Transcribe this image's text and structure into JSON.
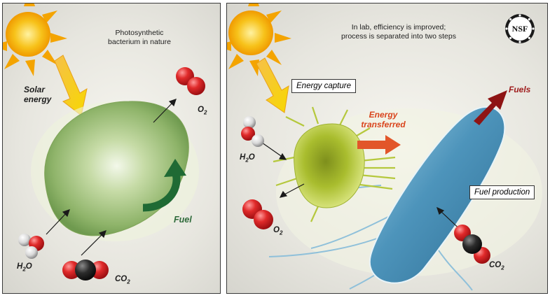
{
  "left_panel": {
    "caption_line1": "Photosynthetic",
    "caption_line2": "bacterium in nature",
    "solar_line1": "Solar",
    "solar_line2": "energy",
    "fuel_label": "Fuel",
    "o2_label": "O",
    "o2_sub": "2",
    "h2o_label_pre": "H",
    "h2o_sub": "2",
    "h2o_label_post": "O",
    "co2_label": "CO",
    "co2_sub": "2"
  },
  "right_panel": {
    "caption_line1": "In lab, efficiency is improved;",
    "caption_line2": "process is separated into two steps",
    "energy_capture_label": "Energy capture",
    "energy_transferred_line1": "Energy",
    "energy_transferred_line2": "transferred",
    "fuels_label": "Fuels",
    "fuel_production_label": "Fuel production",
    "h2o_label_pre": "H",
    "h2o_sub": "2",
    "h2o_label_post": "O",
    "o2_label": "O",
    "o2_sub": "2",
    "co2_label": "CO",
    "co2_sub": "2",
    "logo_text": "NSF"
  },
  "colors": {
    "sun": "#f7b400",
    "arrow_orange": "#f0a020",
    "arrow_red": "#e2562a",
    "arrow_dark_red": "#8e1414",
    "fuel_green": "#1f6a34",
    "cell_green": "#9dbd74",
    "cell_yellow_green": "#b5c83c",
    "cell_blue": "#5ea4c6",
    "oxygen_red": "#d81f26",
    "carbon_black": "#2a2a2a",
    "hydrogen_white": "#e8e8e8"
  }
}
